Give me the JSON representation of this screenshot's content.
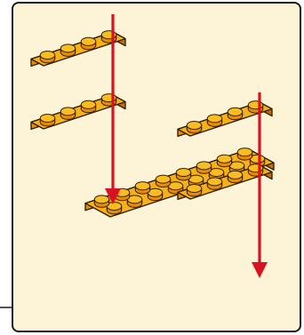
{
  "instruction_step": {
    "description_shown": "",
    "colors": {
      "panel_background": "#fdf3d6",
      "panel_border": "#1a1a1a",
      "brick_top": "#f7b116",
      "brick_front": "#e88a0a",
      "brick_side": "#c96e06",
      "stud": "#f9bd22",
      "stud_outline": "#3a2400",
      "tube_hole": "#1a1000",
      "arrow": "#d91222",
      "outline": "#2a1a00"
    },
    "pieces": [
      {
        "kind": "plate",
        "studs": "1x4",
        "role": "upper-left-top"
      },
      {
        "kind": "plate",
        "studs": "1x4",
        "role": "upper-left-bottom"
      },
      {
        "kind": "plate",
        "studs": "1x4",
        "role": "right-top"
      },
      {
        "kind": "plate",
        "studs": "1x4",
        "role": "right-bottom"
      },
      {
        "kind": "plate",
        "studs": "2x8",
        "role": "base"
      }
    ],
    "arrows": [
      {
        "role": "left-insert-arrow"
      },
      {
        "role": "right-insert-arrow"
      }
    ]
  }
}
